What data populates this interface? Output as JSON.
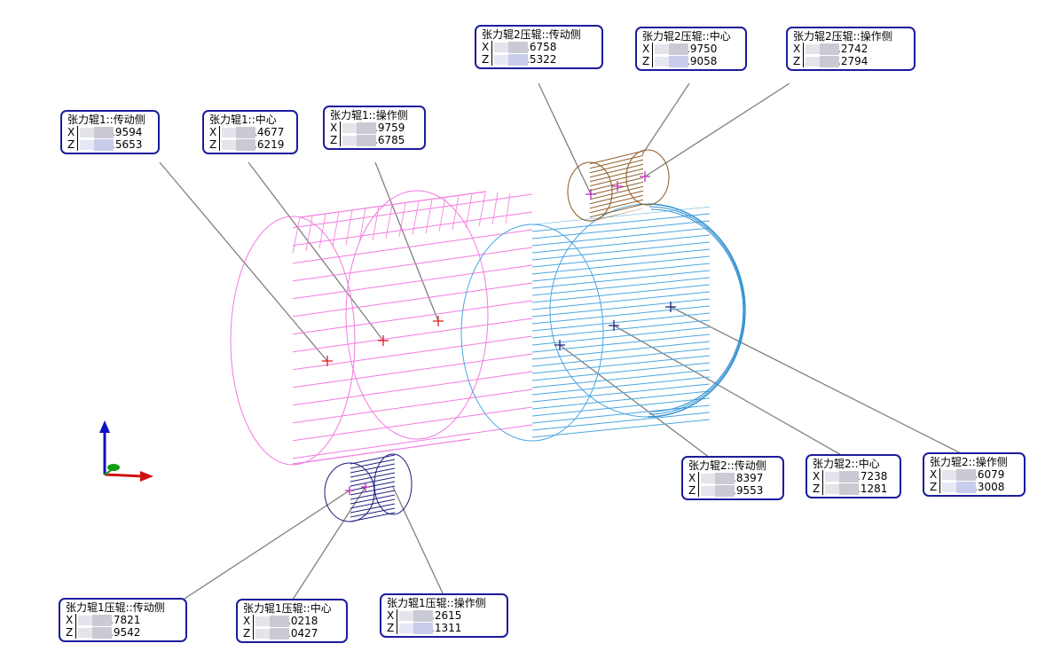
{
  "colors": {
    "roller1": "#f37ae0",
    "roller2": "#4aa6e0",
    "press_roller1": "#1c1c7e",
    "press_roller2": "#8b5a22",
    "leader": "#808080",
    "label_border": "#1c1c9c",
    "axis_x": "#d01010",
    "axis_y": "#10a010",
    "axis_z": "#1010c0"
  },
  "icons": [
    "coordinate-axes-icon",
    "point-marker-icon"
  ],
  "labels": [
    {
      "id": "r1-drive",
      "title": "张力辊1::传动侧",
      "x_value": ".9594",
      "z_value": ".5653"
    },
    {
      "id": "r1-center",
      "title": "张力辊1::中心",
      "x_value": ".4677",
      "z_value": ".6219"
    },
    {
      "id": "r1-op",
      "title": "张力辊1::操作侧",
      "x_value": ".9759",
      "z_value": ".6785"
    },
    {
      "id": "pr2-drive",
      "title": "张力辊2压辊::传动侧",
      "x_value": ".6758",
      "z_value": ".5322"
    },
    {
      "id": "pr2-center",
      "title": "张力辊2压辊::中心",
      "x_value": ".9750",
      "z_value": ".9058"
    },
    {
      "id": "pr2-op",
      "title": "张力辊2压辊::操作侧",
      "x_value": ".2742",
      "z_value": ".2794"
    },
    {
      "id": "r2-drive",
      "title": "张力辊2::传动侧",
      "x_value": ".8397",
      "z_value": ".9553"
    },
    {
      "id": "r2-center",
      "title": "张力辊2::中心",
      "x_value": ".7238",
      "z_value": ".1281"
    },
    {
      "id": "r2-op",
      "title": "张力辊2::操作侧",
      "x_value": ".6079",
      "z_value": ".3008"
    },
    {
      "id": "pr1-drive",
      "title": "张力辊1压辊::传动侧",
      "x_value": ".7821",
      "z_value": ".9542"
    },
    {
      "id": "pr1-center",
      "title": "张力辊1压辊::中心",
      "x_value": ".0218",
      "z_value": ".0427"
    },
    {
      "id": "pr1-op",
      "title": "张力辊1压辊::操作侧",
      "x_value": ".2615",
      "z_value": ".1311"
    }
  ]
}
